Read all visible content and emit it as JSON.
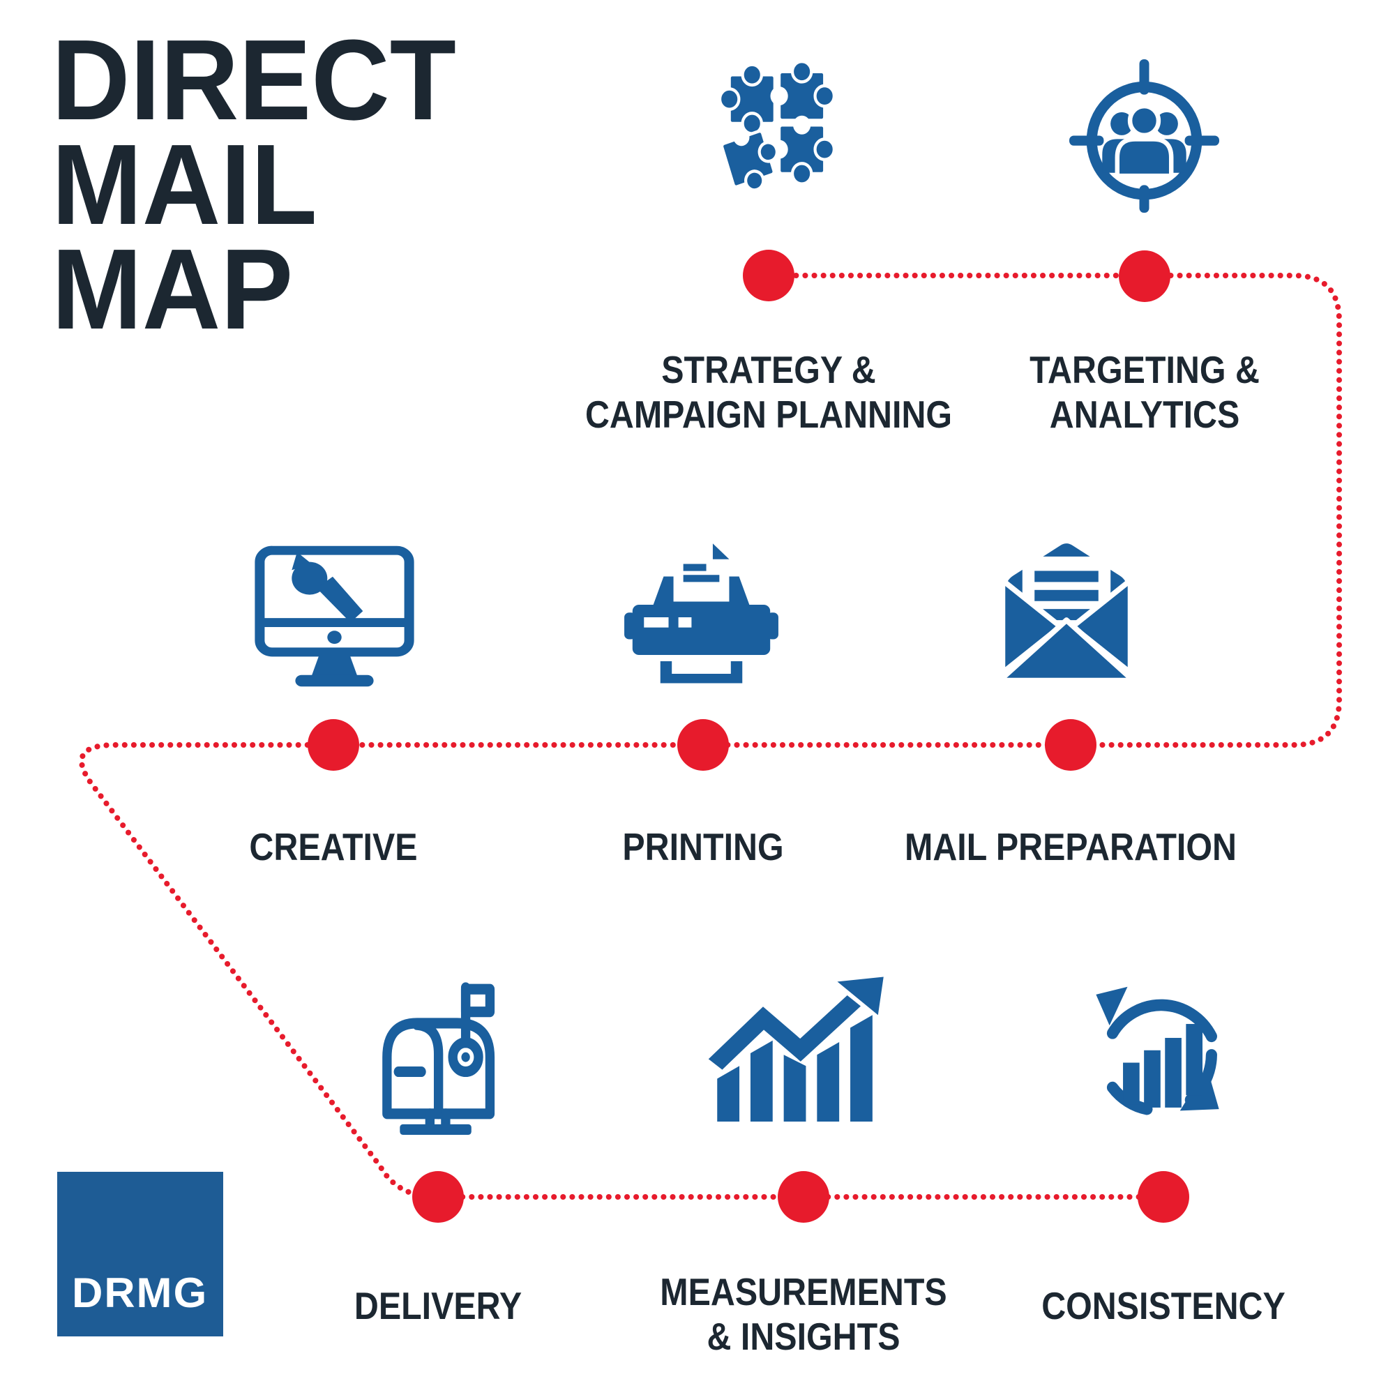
{
  "title": {
    "lines": [
      "DIRECT",
      "MAIL",
      "MAP"
    ]
  },
  "brand": {
    "logo_text": "DRMG"
  },
  "colors": {
    "blue": "#1A5F9E",
    "red": "#E71B2C",
    "navy": "#1C2731",
    "logo_blue": "#1E5C95"
  },
  "steps": [
    {
      "id": "strategy",
      "icon": "puzzle-icon",
      "label_lines": [
        "STRATEGY &",
        "CAMPAIGN PLANNING"
      ]
    },
    {
      "id": "targeting",
      "icon": "target-audience-icon",
      "label_lines": [
        "TARGETING &",
        "ANALYTICS"
      ]
    },
    {
      "id": "creative",
      "icon": "monitor-paintbrush-icon",
      "label_lines": [
        "CREATIVE"
      ]
    },
    {
      "id": "printing",
      "icon": "printer-icon",
      "label_lines": [
        "PRINTING"
      ]
    },
    {
      "id": "mail-preparation",
      "icon": "open-envelope-icon",
      "label_lines": [
        "MAIL PREPARATION"
      ]
    },
    {
      "id": "delivery",
      "icon": "mailbox-icon",
      "label_lines": [
        "DELIVERY"
      ]
    },
    {
      "id": "measurements",
      "icon": "growth-chart-icon",
      "label_lines": [
        "MEASUREMENTS",
        "& INSIGHTS"
      ]
    },
    {
      "id": "consistency",
      "icon": "cycle-bars-icon",
      "label_lines": [
        "CONSISTENCY"
      ]
    }
  ]
}
